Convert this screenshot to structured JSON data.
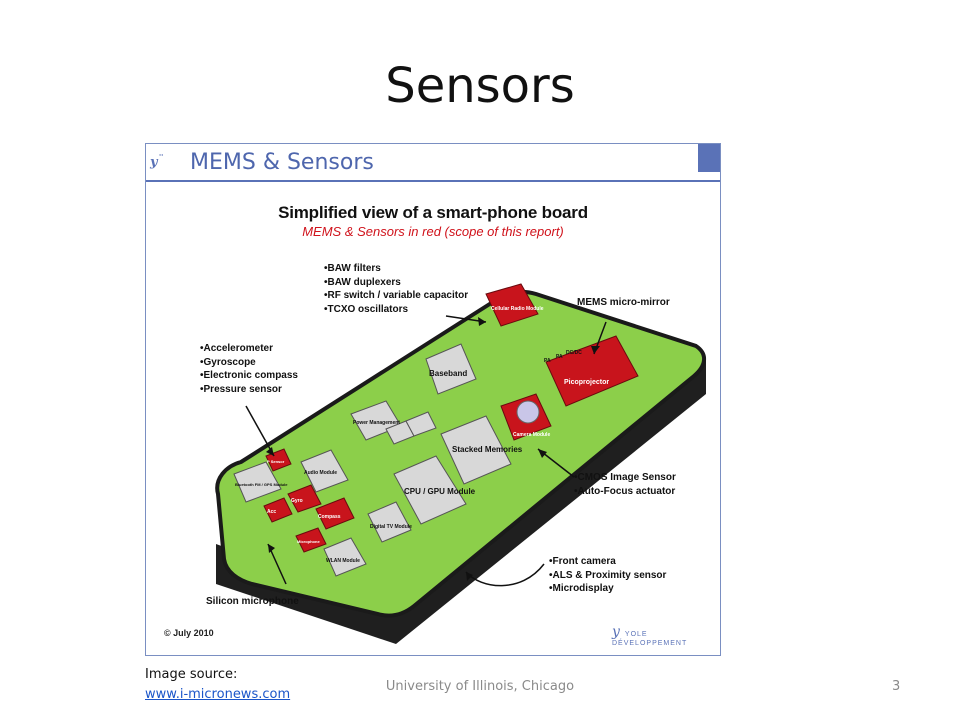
{
  "slide": {
    "title": "Sensors",
    "image_source_label": "Image source:",
    "image_source_link": "www.i-micronews.com",
    "footer": "University of Illinois, Chicago",
    "page_number": "3"
  },
  "figure": {
    "brand_title": "MEMS & Sensors",
    "heading": "Simplified view of a smart-phone board",
    "subheading": "MEMS & Sensors in red (scope of this report)",
    "callouts": {
      "rf": [
        "•BAW filters",
        "•BAW duplexers",
        "•RF switch / variable capacitor",
        "•TCXO oscillators"
      ],
      "mems_mirror": "MEMS micro-mirror",
      "inertial": [
        "•Accelerometer",
        "•Gyroscope",
        "•Electronic compass",
        "•Pressure sensor"
      ],
      "cmos": [
        "•CMOS Image Sensor",
        "•Auto-Focus actuator"
      ],
      "front": [
        "•Front camera",
        "•ALS & Proximity sensor",
        "•Microdisplay"
      ],
      "microphone": "Silicon microphone"
    },
    "chips": {
      "baseband": "Baseband",
      "cpu_gpu": "CPU / GPU Module",
      "stacked_memories": "Stacked Memories",
      "picoprojector": "Picoprojector",
      "camera_module": "Camera Module",
      "cellular_radio": "Cellular Radio Module",
      "audio_module": "Audio Module",
      "digital_tv": "Digital TV Module",
      "wlan": "WLAN Module",
      "bluetooth": "Bluetooth FM / GPS Module",
      "gyro": "Gyro",
      "acc": "Acc",
      "compass": "Compass",
      "p_sensor": "P Sensor",
      "microphone_chip": "Microphone",
      "power_mgmt": "Power Management",
      "pa1": "PA",
      "pa2": "PA",
      "dcdc": "DC/DC"
    },
    "copyright": "© July 2010",
    "publisher": "YOLE DÉVELOPPEMENT"
  },
  "colors": {
    "board_green": "#8ccf4a",
    "board_frame": "#1a1a1a",
    "mems_red": "#c8141c",
    "chip_gray": "#d8d8d8",
    "brand_blue": "#5a72b7"
  }
}
